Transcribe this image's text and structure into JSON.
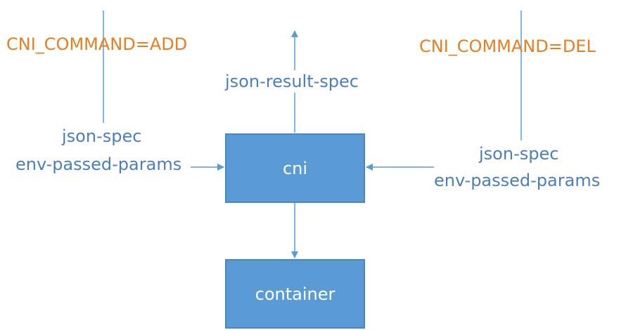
{
  "colors": {
    "command_text": "#e67e22",
    "label_text": "#4a7fbf",
    "box_fill": "#5b9bd5",
    "box_border": "#4a86c2",
    "connector": "#5b9bd5"
  },
  "left": {
    "command": "CNI_COMMAND=ADD",
    "inputs": [
      "json-spec",
      "env-passed-params"
    ]
  },
  "right": {
    "command": "CNI_COMMAND=DEL",
    "inputs": [
      "json-spec",
      "env-passed-params"
    ]
  },
  "top": {
    "output": "json-result-spec"
  },
  "nodes": {
    "cni": "cni",
    "container": "container"
  }
}
